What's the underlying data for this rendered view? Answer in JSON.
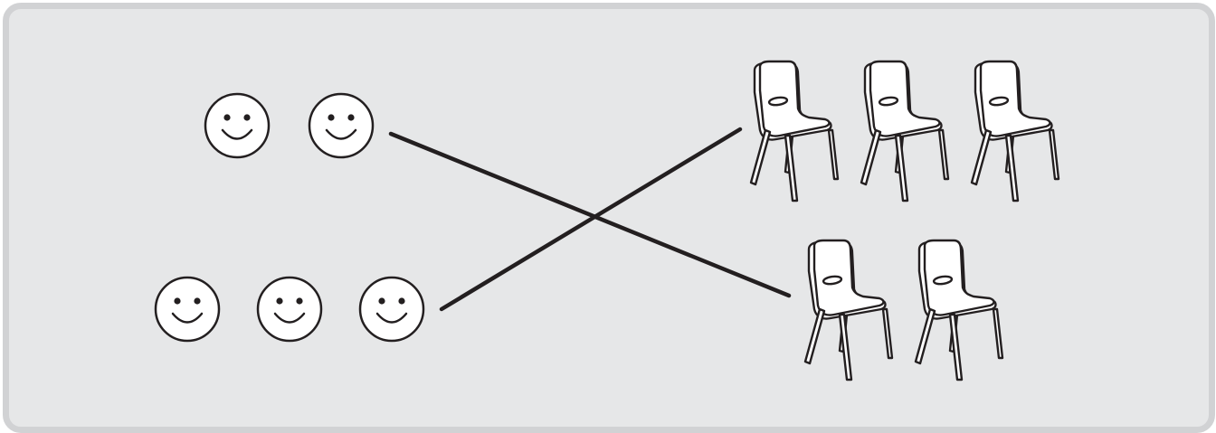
{
  "diagram": {
    "colors": {
      "panel_fill": "#e6e7e8",
      "panel_border": "#d1d2d4",
      "line": "#231f20",
      "icon_fill": "#ffffff",
      "icon_stroke": "#231f20"
    },
    "groups": {
      "faces_top": {
        "count": 2,
        "icon": "smiley-face-icon"
      },
      "faces_bottom": {
        "count": 3,
        "icon": "smiley-face-icon"
      },
      "chairs_top": {
        "count": 3,
        "icon": "chair-icon"
      },
      "chairs_bottom": {
        "count": 2,
        "icon": "chair-icon"
      }
    },
    "connections": [
      {
        "from": "faces_top",
        "to": "chairs_bottom"
      },
      {
        "from": "faces_bottom",
        "to": "chairs_top"
      }
    ]
  }
}
